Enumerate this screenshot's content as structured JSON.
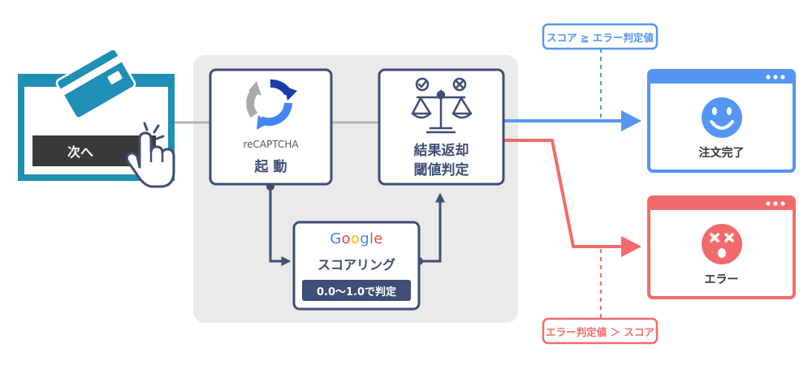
{
  "start_button": {
    "label": "次へ"
  },
  "recaptcha": {
    "brand": "reCAPTCHA",
    "action": "起 動"
  },
  "result": {
    "line1": "結果返却",
    "line2": "閾値判定"
  },
  "scoring": {
    "brand": "Google",
    "title": "スコアリング",
    "badge": "0.0～1.0で判定"
  },
  "condition_success": {
    "label": "スコア ≧ エラー判定値"
  },
  "condition_error": {
    "label": "エラー判定値 ＞ スコア"
  },
  "outcome_success": {
    "label": "注文完了"
  },
  "outcome_error": {
    "label": "エラー"
  },
  "colors": {
    "teal": "#1e8fb5",
    "navy": "#3e4e75",
    "blue": "#5596f4",
    "red": "#f26b6b",
    "panel": "#eaeaea",
    "connector": "#b4b4b4",
    "button": "#3a3a3a"
  },
  "google_letters": [
    {
      "ch": "G",
      "color": "#4285F4"
    },
    {
      "ch": "o",
      "color": "#EA4335"
    },
    {
      "ch": "o",
      "color": "#FBBC05"
    },
    {
      "ch": "g",
      "color": "#4285F4"
    },
    {
      "ch": "l",
      "color": "#34A853"
    },
    {
      "ch": "e",
      "color": "#EA4335"
    }
  ]
}
